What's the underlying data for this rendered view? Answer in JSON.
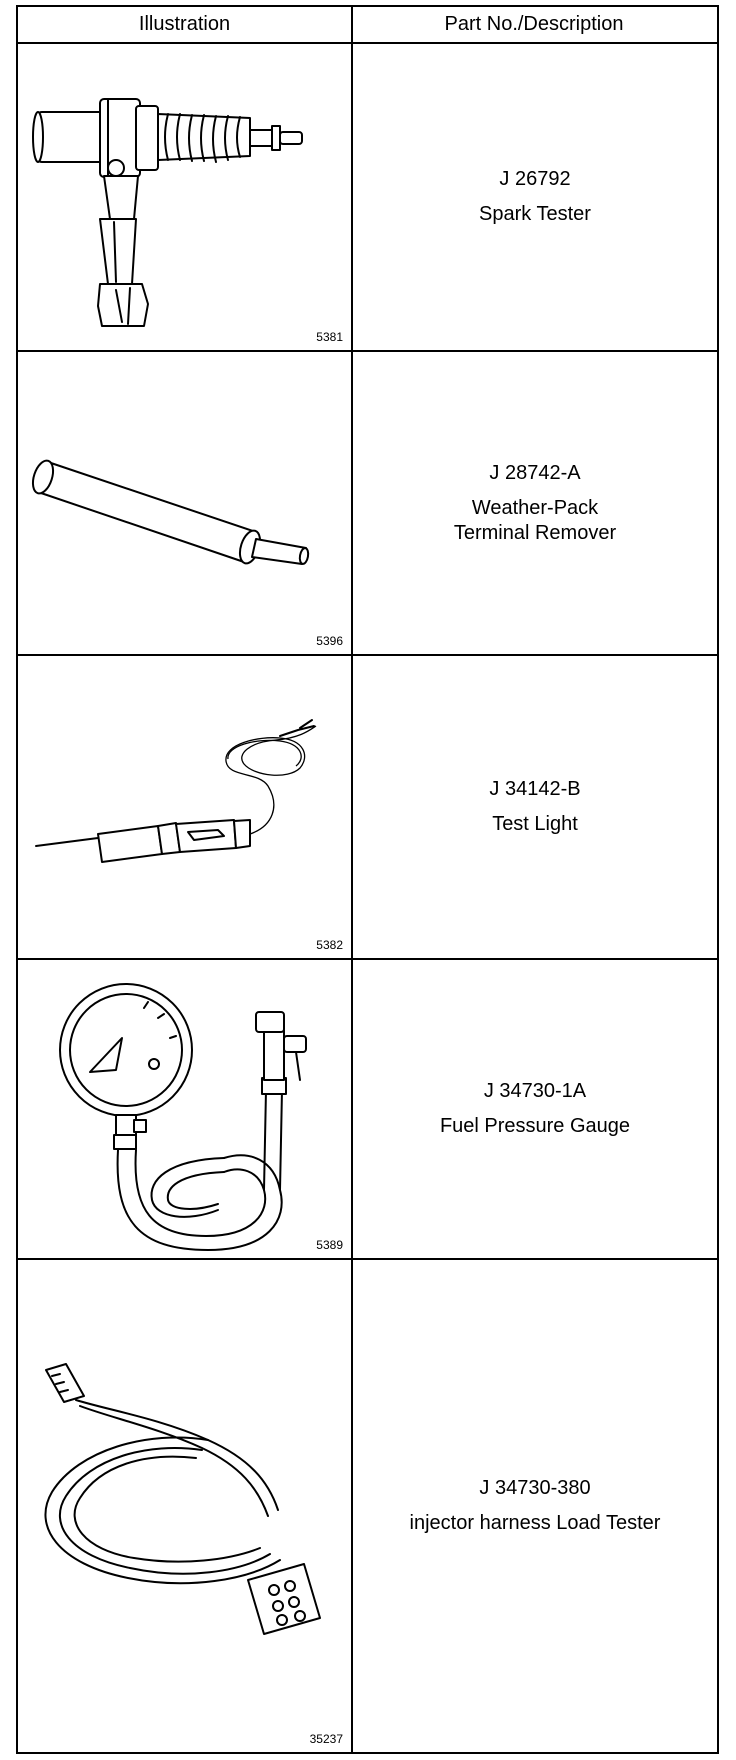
{
  "header": {
    "illustration": "Illustration",
    "description": "Part No./Description"
  },
  "rows": [
    {
      "figure": "5381",
      "part": "J 26792",
      "desc_lines": [
        "Spark Tester"
      ],
      "icon": "spark-tester"
    },
    {
      "figure": "5396",
      "part": "J 28742-A",
      "desc_lines": [
        "Weather-Pack",
        "Terminal Remover"
      ],
      "icon": "terminal-remover"
    },
    {
      "figure": "5382",
      "part": "J 34142-B",
      "desc_lines": [
        "Test Light"
      ],
      "icon": "test-light"
    },
    {
      "figure": "5389",
      "part": "J 34730-1A",
      "desc_lines": [
        "Fuel Pressure Gauge"
      ],
      "icon": "fuel-pressure-gauge"
    },
    {
      "figure": "35237",
      "part": "J 34730-380",
      "desc_lines": [
        "injector harness Load Tester"
      ],
      "icon": "load-tester"
    }
  ]
}
